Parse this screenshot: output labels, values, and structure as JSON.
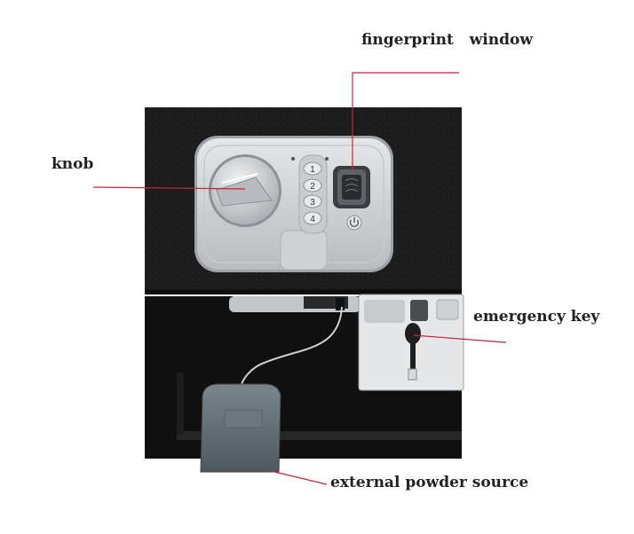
{
  "labels": {
    "fingerprint": "fingerprint   window",
    "knob": "knob",
    "emergency": "emergency key",
    "power": "external powder source"
  },
  "keypad": [
    "1",
    "2",
    "3",
    "4"
  ],
  "colors": {
    "leader_line": "#c0283a",
    "safe_body": "#1a1a1a",
    "panel_silver": "#d2d4d6",
    "battery_box": "#5f6a72"
  },
  "icons": [
    "power-icon",
    "fingerprint-sensor",
    "key-icon"
  ]
}
